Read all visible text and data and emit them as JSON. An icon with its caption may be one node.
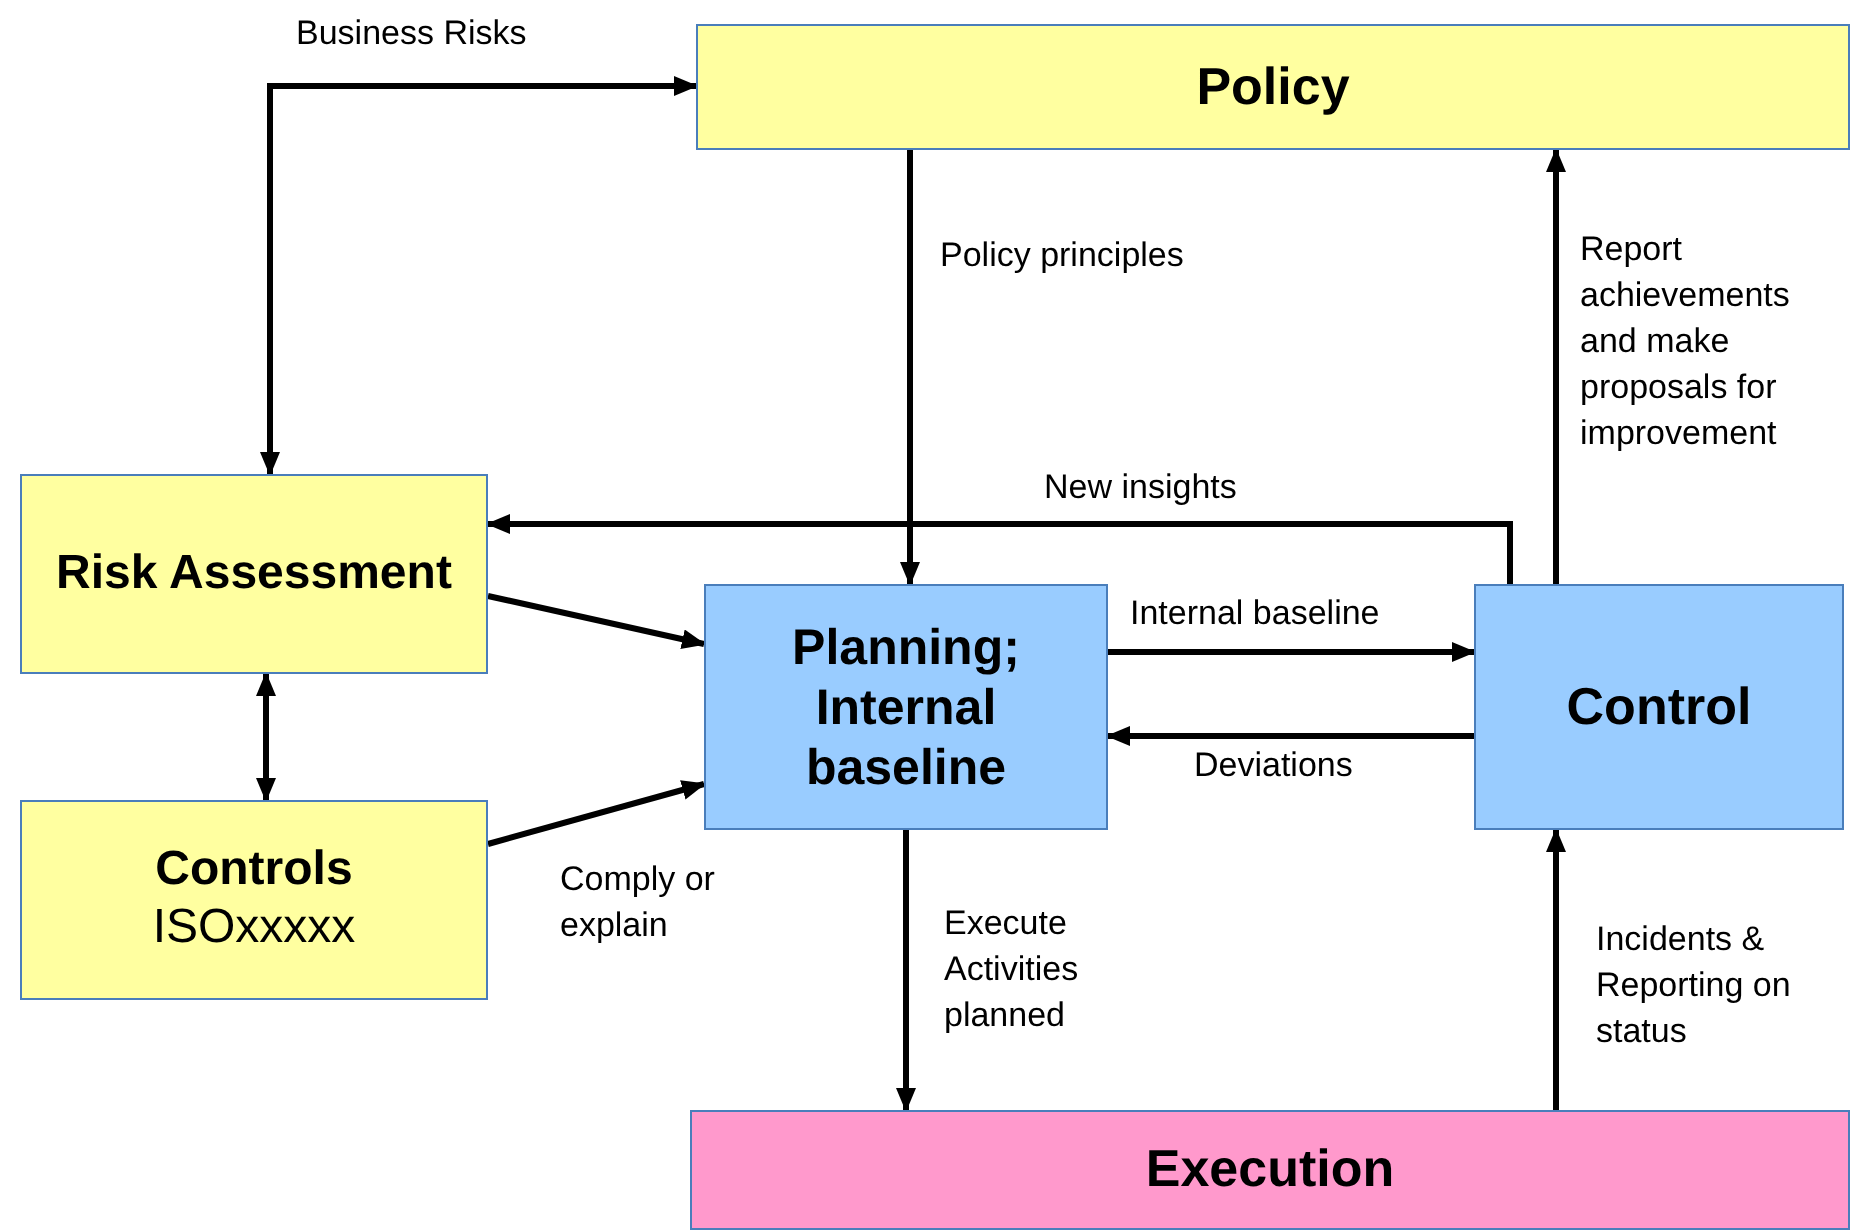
{
  "diagram": {
    "nodes": [
      {
        "text": [
          "Policy"
        ]
      },
      {
        "text": [
          "Risk Assessment"
        ]
      },
      {
        "text": [
          "Controls",
          "ISOxxxxx"
        ]
      },
      {
        "text": [
          "Planning; Internal baseline"
        ]
      },
      {
        "text": [
          "Control"
        ]
      },
      {
        "text": [
          "Execution"
        ]
      }
    ],
    "edges": [
      {
        "from": 1,
        "to": 0,
        "arrow": "both",
        "label": "Business Risks"
      },
      {
        "from": 0,
        "to": 3,
        "arrow": "to",
        "label": "Policy principles"
      },
      {
        "from": 4,
        "to": 0,
        "arrow": "to",
        "label": "Report achievements and make proposals for improvement"
      },
      {
        "from": 4,
        "to": 1,
        "arrow": "to",
        "label": "New insights"
      },
      {
        "from": 1,
        "to": 3,
        "arrow": "to"
      },
      {
        "from": 1,
        "to": 2,
        "arrow": "both"
      },
      {
        "from": 2,
        "to": 3,
        "arrow": "to",
        "label": "Comply or explain"
      },
      {
        "from": 3,
        "to": 4,
        "arrow": "to",
        "label": "Internal baseline"
      },
      {
        "from": 4,
        "to": 3,
        "arrow": "to",
        "label": "Deviations"
      },
      {
        "from": 3,
        "to": 5,
        "arrow": "to",
        "label": "Execute Activities planned"
      },
      {
        "from": 5,
        "to": 4,
        "arrow": "to",
        "label": "Incidents & Reporting on status"
      }
    ]
  }
}
